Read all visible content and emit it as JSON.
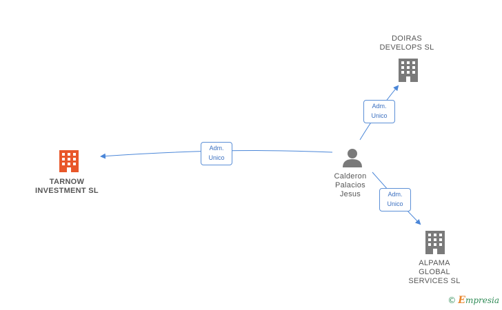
{
  "nodes": {
    "tarnow": {
      "line1": "TARNOW",
      "line2": "INVESTMENT SL",
      "color": "#e8572a"
    },
    "doiras": {
      "line1": "DOIRAS",
      "line2": "DEVELOPS SL",
      "color": "#7a7a7a"
    },
    "alpama": {
      "line1": "ALPAMA",
      "line2": "GLOBAL",
      "line3": "SERVICES SL",
      "color": "#7a7a7a"
    },
    "person": {
      "line1": "Calderon",
      "line2": "Palacios",
      "line3": "Jesus",
      "color": "#7a7a7a"
    }
  },
  "edges": {
    "to_tarnow": {
      "line1": "Adm.",
      "line2": "Unico"
    },
    "to_doiras": {
      "line1": "Adm.",
      "line2": "Unico"
    },
    "to_alpama": {
      "line1": "Adm.",
      "line2": "Unico"
    }
  },
  "colors": {
    "edge": "#4a86d8"
  },
  "brand": {
    "copyright": "©",
    "initial": "E",
    "rest": "mpresia"
  }
}
